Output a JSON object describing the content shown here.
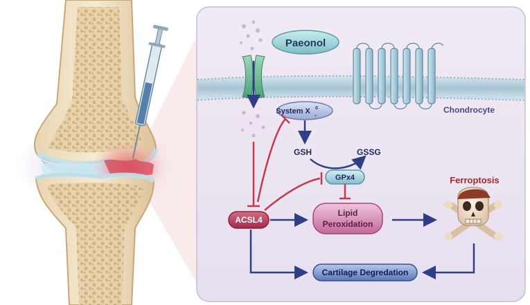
{
  "labels": {
    "paeonol": "Paeonol",
    "chondrocyte": "Chondrocyte",
    "system_x": "System X",
    "system_x_sup": "c",
    "system_x_sub": "-",
    "gsh": "GSH",
    "gssg": "GSSG",
    "gpx4": "GPx4",
    "ferroptosis": "Ferroptosis",
    "acsl4": "ACSL4",
    "lipid_line1": "Lipid",
    "lipid_line2": "Peroxidation",
    "cartilage": "Cartilage Degredation"
  },
  "colors": {
    "panel_bg": "#ede6f1",
    "membrane": "#bcd3e0",
    "activation_arrow": "#2f3f86",
    "inhibition_line": "#c23a4c",
    "ferroptosis_text": "#a52a2a",
    "acsl4_fill": "#b73a5c",
    "lipid_fill": "#c46a96",
    "cartilage_fill": "#3b5aa0",
    "gpx4_fill": "#9ecbd9",
    "paeonol_fill": "#9fd2d8"
  },
  "icons": [
    "syringe-icon",
    "skull-crossbones-icon",
    "channel-protein-icon",
    "transmembrane-receptor-icon"
  ]
}
